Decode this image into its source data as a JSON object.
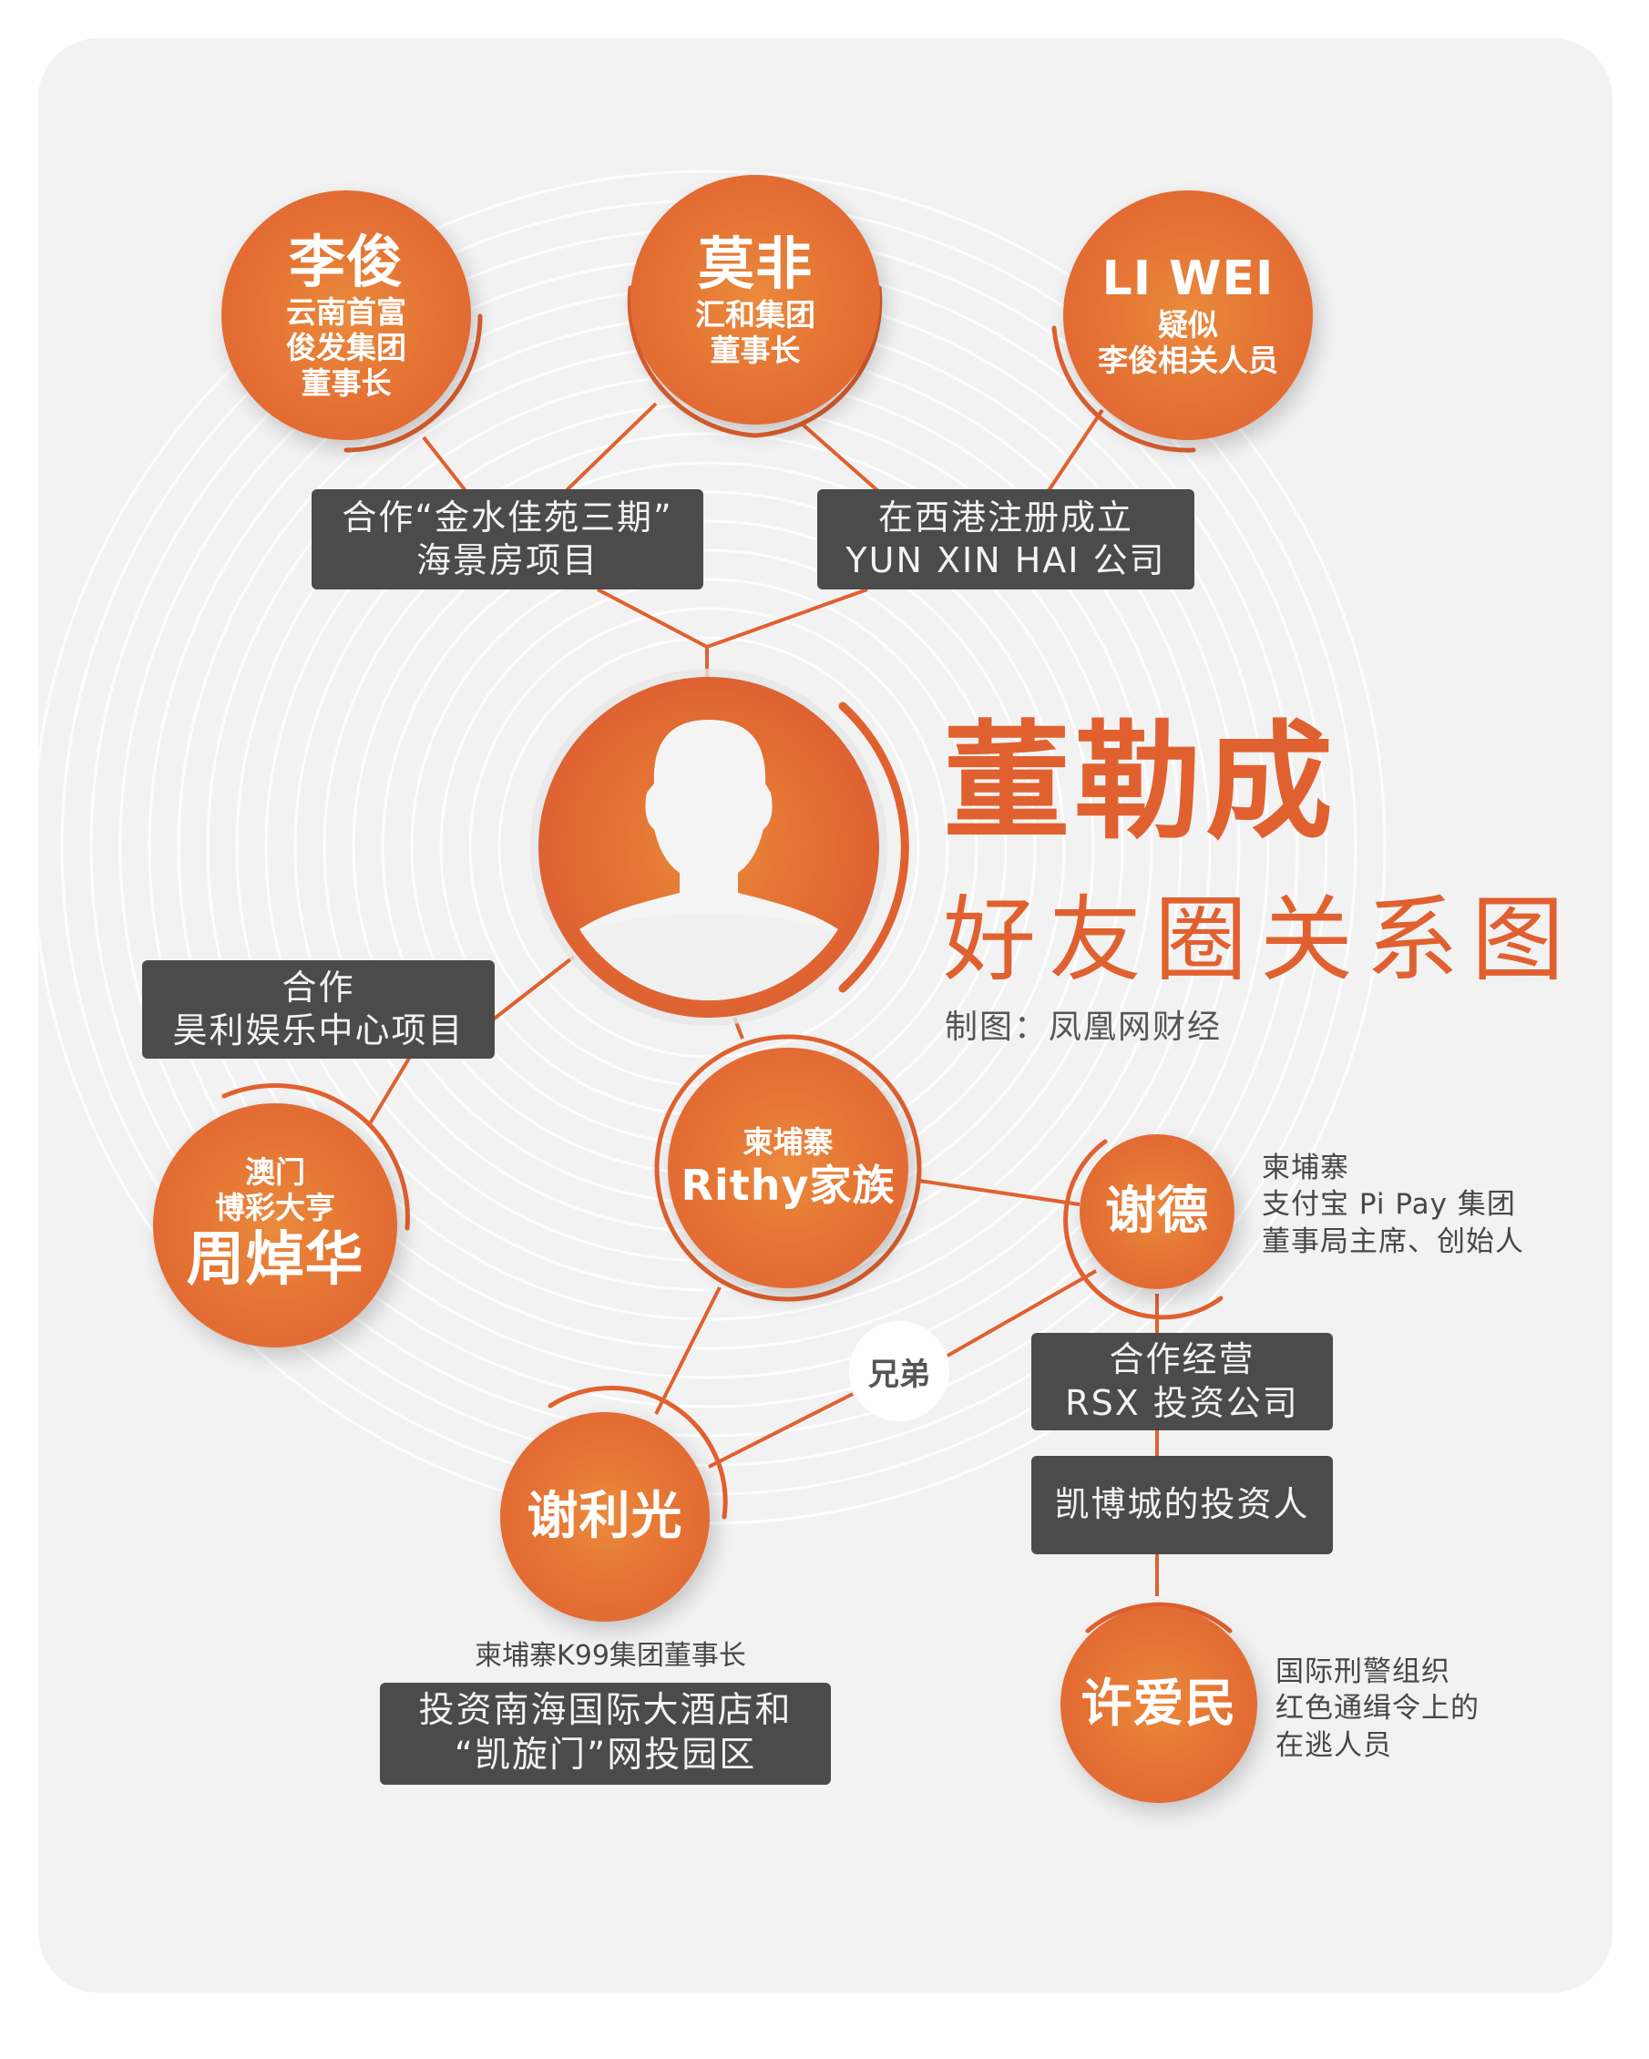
{
  "title": {
    "name": "董勒成",
    "subtitle": "好友圈关系图",
    "credit": "制图：凤凰网财经"
  },
  "colors": {
    "accent": "#e0612f",
    "node_fill": "#e47033",
    "box_fill": "#4b4b4b",
    "background": "#f2f2f2"
  },
  "center": {
    "name": "董勒成",
    "icon": "person-silhouette-icon"
  },
  "nodes": {
    "lijun": {
      "name": "李俊",
      "lines": [
        "云南首富",
        "俊发集团",
        "董事长"
      ]
    },
    "mofei": {
      "name": "莫非",
      "lines": [
        "汇和集团",
        "董事长"
      ]
    },
    "liwei": {
      "name": "LI WEI",
      "lines": [
        "疑似",
        "李俊相关人员"
      ]
    },
    "zhou": {
      "name": "周焯华",
      "lines": [
        "澳门",
        "博彩大亨"
      ]
    },
    "rithy": {
      "name": "Rithy家族",
      "lines": [
        "柬埔寨"
      ]
    },
    "xiede": {
      "name": "谢德"
    },
    "xieliguang": {
      "name": "谢利光"
    },
    "xuaimin": {
      "name": "许爱民"
    }
  },
  "relations": {
    "brothers": "兄弟"
  },
  "boxes": {
    "jinshui": [
      "合作“金水佳苑三期”",
      "海景房项目"
    ],
    "yunxinhai": [
      "在西港注册成立",
      "YUN XIN HAI 公司"
    ],
    "haoli": [
      "合作",
      "昊利娱乐中心项目"
    ],
    "rsx": [
      "合作经营",
      "RSX 投资公司"
    ],
    "kaibo": [
      "凯博城的投资人"
    ],
    "nanhai": [
      "投资南海国际大酒店和",
      "“凯旋门”网投园区"
    ]
  },
  "notes": {
    "xiede": [
      "柬埔寨",
      "支付宝 Pi Pay 集团",
      "董事局主席、创始人"
    ],
    "xieliguang": "柬埔寨K99集团董事长",
    "xuaimin": [
      "国际刑警组织",
      "红色通缉令上的",
      "在逃人员"
    ]
  }
}
